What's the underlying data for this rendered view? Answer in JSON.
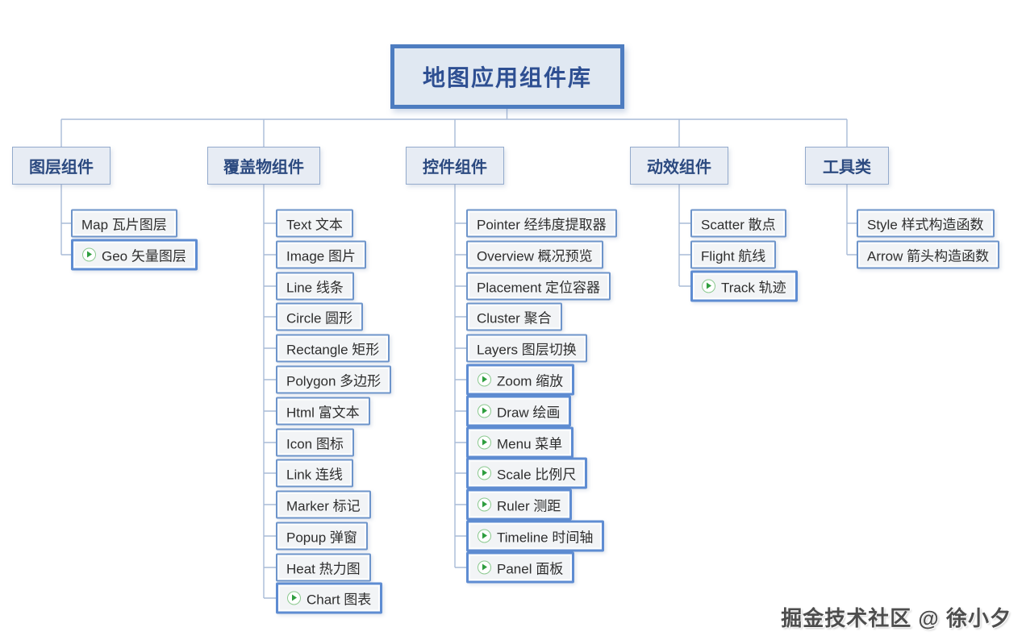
{
  "title": "地图应用组件库",
  "watermark": "掘金技术社区 @ 徐小夕",
  "colors": {
    "root_border": "#4d7cc0",
    "root_fill": "#e0e8f2",
    "root_text": "#2e4f92",
    "branch_border": "#93aacc",
    "branch_fill": "#e7ecf4",
    "branch_text": "#2c4a80",
    "child_border": "#6d94ca",
    "child_border_highlight": "#5e8cd2",
    "child_fill": "#f2f4f6",
    "child_text": "#2e2e2e",
    "connector": "#a9bbd7",
    "play_icon_green": "#2f9e3f",
    "play_icon_ring": "#8bc98f"
  },
  "branches": [
    {
      "label": "图层组件",
      "children": [
        {
          "label": "Map 瓦片图层",
          "play_icon": false
        },
        {
          "label": "Geo 矢量图层",
          "play_icon": true
        }
      ]
    },
    {
      "label": "覆盖物组件",
      "children": [
        {
          "label": "Text 文本",
          "play_icon": false
        },
        {
          "label": "Image 图片",
          "play_icon": false
        },
        {
          "label": "Line 线条",
          "play_icon": false
        },
        {
          "label": "Circle 圆形",
          "play_icon": false
        },
        {
          "label": "Rectangle 矩形",
          "play_icon": false
        },
        {
          "label": "Polygon 多边形",
          "play_icon": false
        },
        {
          "label": "Html 富文本",
          "play_icon": false
        },
        {
          "label": "Icon 图标",
          "play_icon": false
        },
        {
          "label": "Link 连线",
          "play_icon": false
        },
        {
          "label": "Marker 标记",
          "play_icon": false
        },
        {
          "label": "Popup 弹窗",
          "play_icon": false
        },
        {
          "label": "Heat 热力图",
          "play_icon": false
        },
        {
          "label": "Chart 图表",
          "play_icon": true
        }
      ]
    },
    {
      "label": "控件组件",
      "children": [
        {
          "label": "Pointer 经纬度提取器",
          "play_icon": false
        },
        {
          "label": "Overview 概况预览",
          "play_icon": false
        },
        {
          "label": "Placement 定位容器",
          "play_icon": false
        },
        {
          "label": "Cluster 聚合",
          "play_icon": false
        },
        {
          "label": "Layers 图层切换",
          "play_icon": false
        },
        {
          "label": "Zoom 缩放",
          "play_icon": true
        },
        {
          "label": "Draw 绘画",
          "play_icon": true
        },
        {
          "label": "Menu 菜单",
          "play_icon": true
        },
        {
          "label": "Scale 比例尺",
          "play_icon": true
        },
        {
          "label": "Ruler 测距",
          "play_icon": true
        },
        {
          "label": "Timeline 时间轴",
          "play_icon": true
        },
        {
          "label": "Panel 面板",
          "play_icon": true
        }
      ]
    },
    {
      "label": "动效组件",
      "children": [
        {
          "label": "Scatter 散点",
          "play_icon": false
        },
        {
          "label": "Flight 航线",
          "play_icon": false
        },
        {
          "label": "Track 轨迹",
          "play_icon": true
        }
      ]
    },
    {
      "label": "工具类",
      "children": [
        {
          "label": "Style 样式构造函数",
          "play_icon": false
        },
        {
          "label": "Arrow 箭头构造函数",
          "play_icon": false
        }
      ]
    }
  ]
}
